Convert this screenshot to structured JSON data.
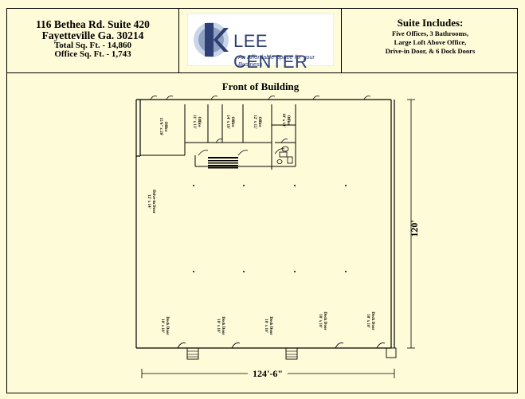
{
  "header": {
    "address_line1": "116 Bethea Rd. Suite 420",
    "address_line2": "Fayetteville Ga. 30214",
    "total_sqft": "Total Sq. Ft. - 14,860",
    "office_sqft": "Office Sq. Ft. - 1,743"
  },
  "logo": {
    "name": "LEE CENTER",
    "tagline": "An Affordable Space for your Business",
    "colors": {
      "navy": "#2d3f73",
      "steel": "#8fa0bf",
      "sky": "#c9d6ea"
    }
  },
  "includes": {
    "title": "Suite Includes:",
    "lines": [
      "Five Offices, 3 Bathrooms,",
      "Large Loft Above Office,",
      "Drive-in Door, & 6 Dock Doors"
    ]
  },
  "plan": {
    "front_label": "Front of Building",
    "offices": [
      {
        "name": "Office",
        "size": "15'6\" x 20'"
      },
      {
        "name": "Office",
        "size": "11' x 13'"
      },
      {
        "name": "Office",
        "size": "14' x 19'"
      },
      {
        "name": "Office",
        "size": "12' x 15'"
      },
      {
        "name": "Office",
        "size": "10' x 13'"
      }
    ],
    "drive_in_door": {
      "name": "Drive-in Door",
      "size": "12' x 14'"
    },
    "dock_doors": [
      {
        "name": "Dock Door",
        "size": "10' x 10'"
      },
      {
        "name": "Dock Door",
        "size": "10' x 10'"
      },
      {
        "name": "Dock Door",
        "size": "10' x 10'"
      },
      {
        "name": "Dock Door",
        "size": "10' x 10'"
      },
      {
        "name": "Dock Door",
        "size": "10' x 10'"
      }
    ],
    "dimension_depth": "120'",
    "dimension_width": "124'-6\""
  }
}
